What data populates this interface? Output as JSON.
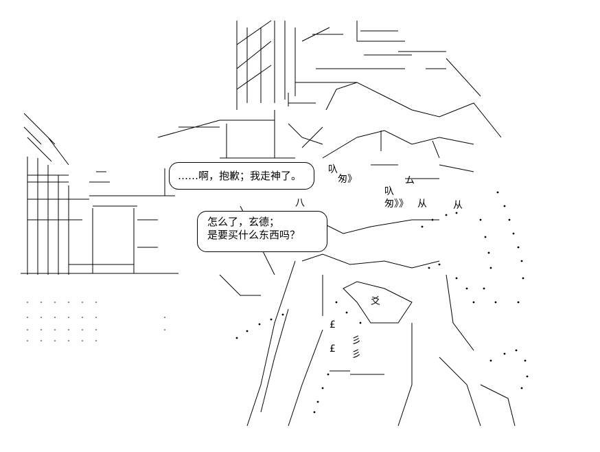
{
  "dialogue": [
    {
      "speaker_side": "left",
      "lines": [
        "……啊，抱歉；我走神了。"
      ]
    },
    {
      "speaker_side": "left",
      "lines": [
        "怎么了，玄德；",
        "是要买什么东西吗？"
      ]
    }
  ],
  "art_glyphs": {
    "g1": "叺",
    "g2": "匆》",
    "g3": "叺",
    "g4": "匆》》",
    "g5": "从",
    "g6": "从",
    "g7": "ム",
    "g8": "£",
    "g9": "£",
    "g10": "彡",
    "g11": "彡",
    "g12": "爻",
    "g13": "八"
  }
}
